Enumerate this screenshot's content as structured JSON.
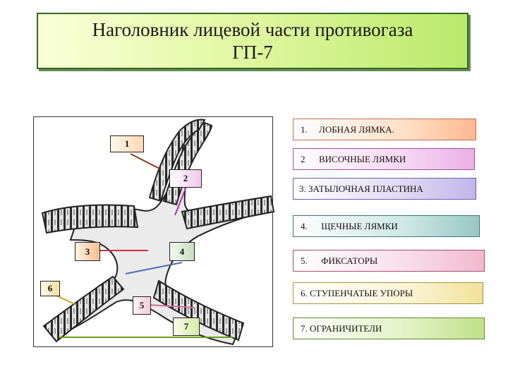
{
  "title": {
    "line1": "Наголовник лицевой части противогаза",
    "line2": "ГП-7"
  },
  "markers": [
    "1",
    "2",
    "3",
    "4",
    "5",
    "6",
    "7"
  ],
  "legend": [
    "1.     ЛОБНАЯ ЛЯМКА.",
    "2      ВИСОЧНЫЕ ЛЯМКИ",
    "3. ЗАТЫЛОЧНАЯ ПЛАСТИНА",
    "4.      ЩЕЧНЫЕ ЛЯМКИ",
    "5.      ФИКСАТОРЫ",
    "6. СТУПЕНЧАТЫЕ УПОРЫ",
    "7. ОГРАНИЧИТЕЛИ"
  ],
  "colors": {
    "marker_1": "#ffe7c8",
    "marker_2": "#f9e4f6",
    "marker_3": "#fde3c8",
    "marker_4": "#e2efdc",
    "marker_5": "#fbe7ec",
    "marker_6": "#fbf3cf",
    "marker_7": "#e8f3c8",
    "leader_1": "#8b3a10",
    "leader_2": "#b02cb0",
    "leader_3": "#d82a4a",
    "leader_4": "#4a6ab0",
    "leader_5": "#d86a96",
    "leader_6": "#c8a020",
    "leader_7": "#6a9a1a"
  }
}
